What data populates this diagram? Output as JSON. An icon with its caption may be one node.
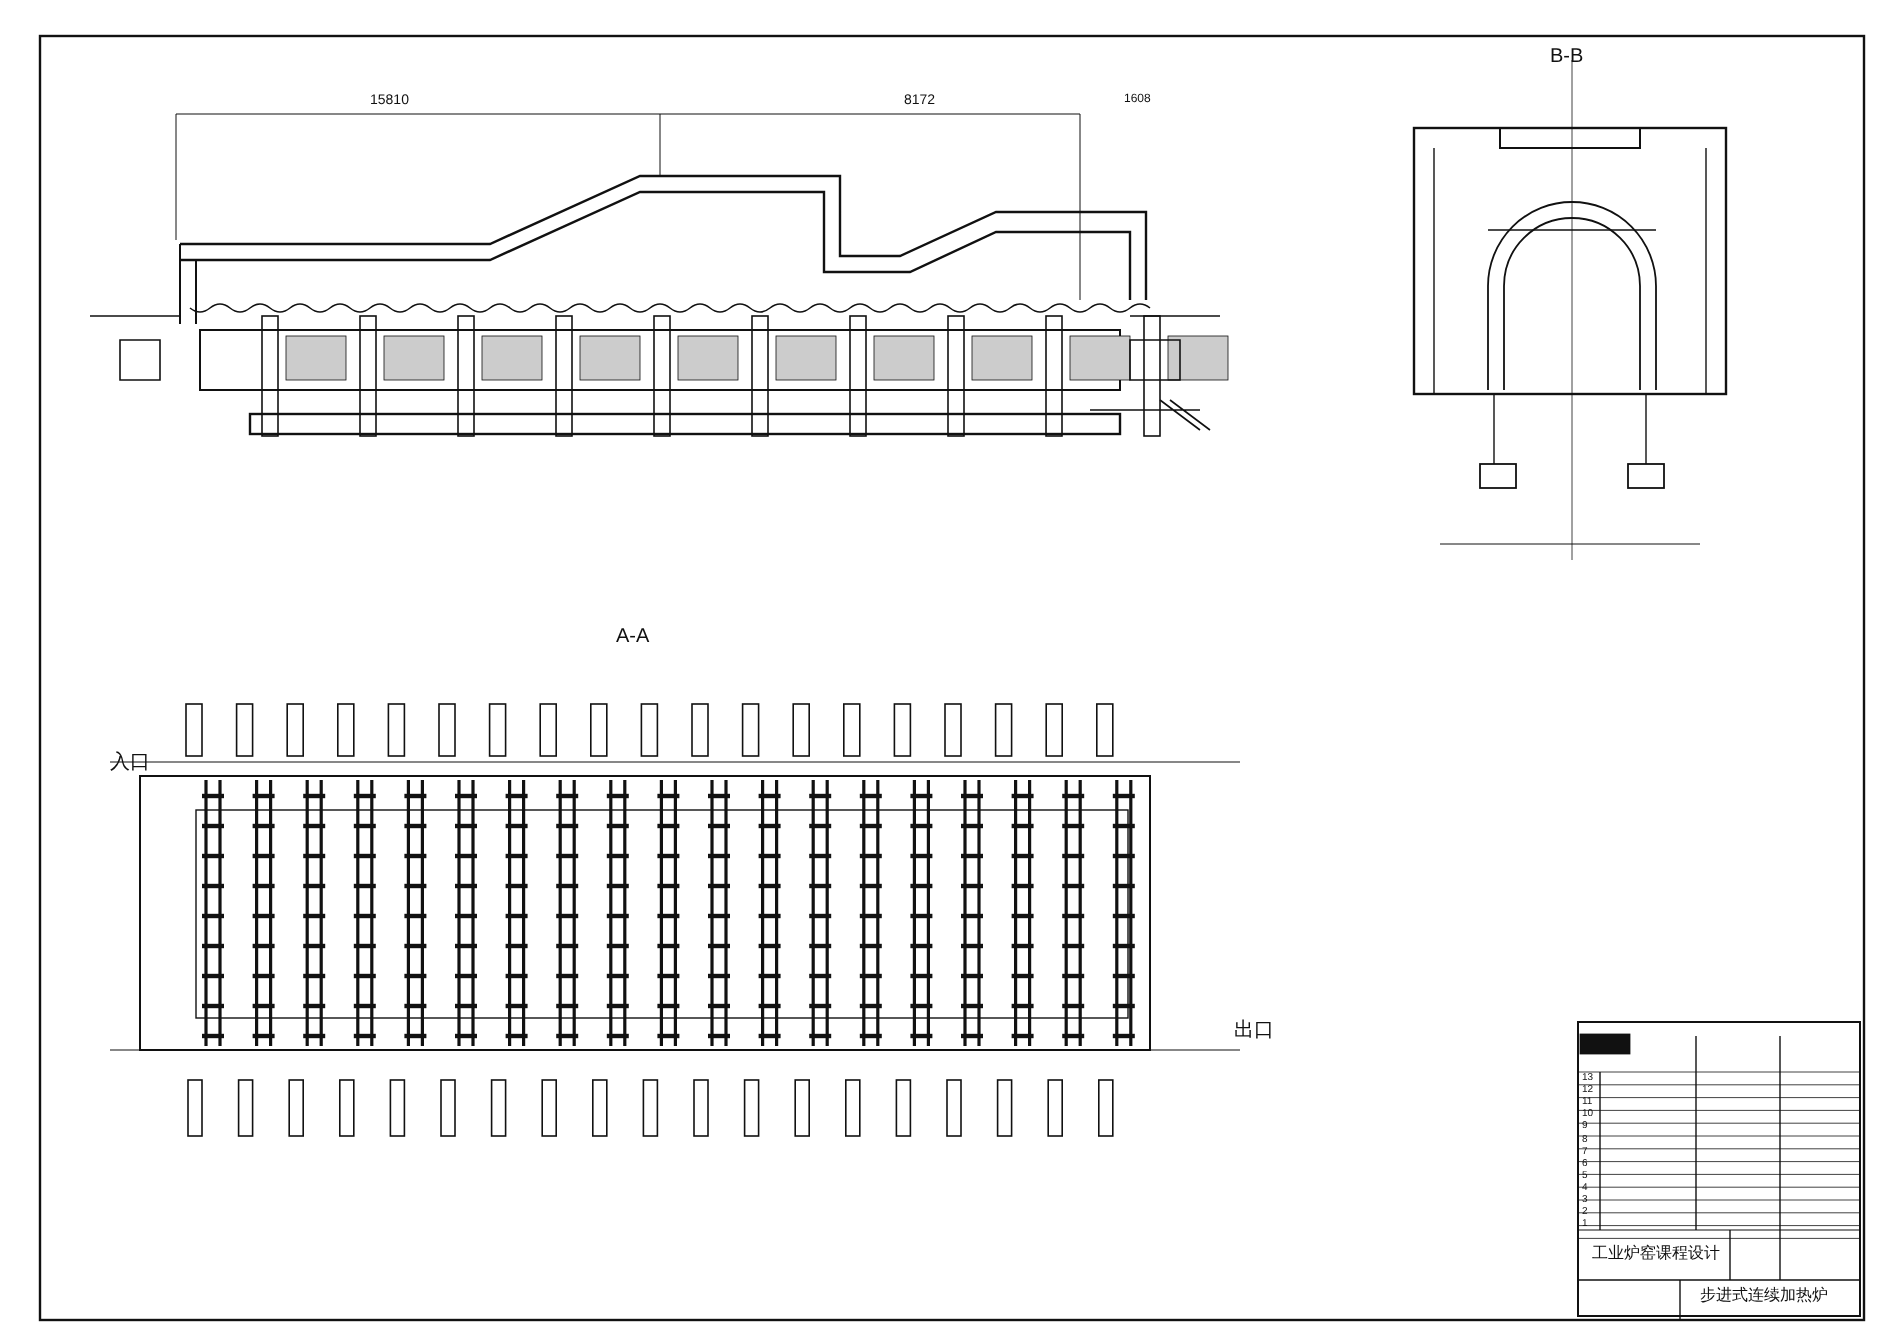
{
  "diagram": {
    "labels": [
      "15810",
      "8172",
      "1608",
      "B-B",
      "A-A",
      "入口",
      "出口",
      "13",
      "12",
      "11",
      "10",
      "9",
      "8",
      "7",
      "6",
      "5",
      "4",
      "3",
      "2",
      "1",
      "工业炉窑课程设计",
      "步进式连续加热炉"
    ]
  }
}
